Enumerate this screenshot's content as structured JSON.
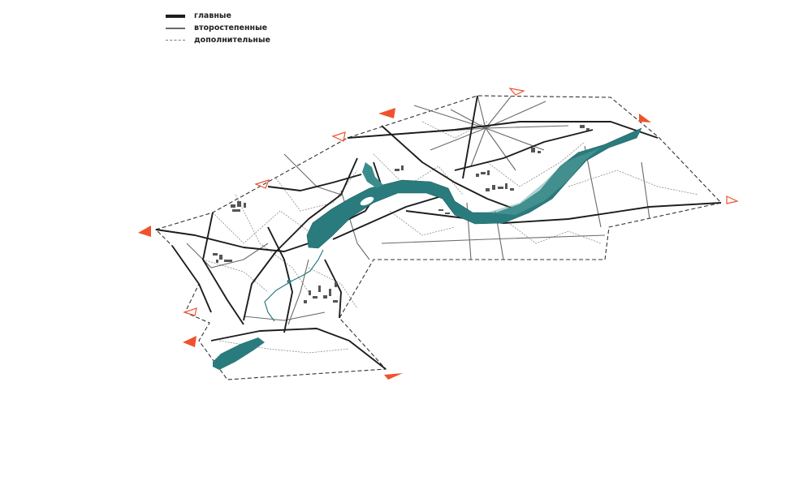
{
  "legend": {
    "items": [
      {
        "key": "main",
        "label": "главные"
      },
      {
        "key": "secondary",
        "label": "второстепенные"
      },
      {
        "key": "extra",
        "label": "дополнительные"
      }
    ]
  },
  "colors": {
    "road_main": "#1d1d1d",
    "road_secondary": "#6a6a6a",
    "road_extra": "#8c8c8c",
    "water": "#2a7b7d",
    "water_light": "#5aa3a3",
    "entrance_marker": "#f0522d",
    "building": "#555555"
  },
  "icons": {
    "entrance_filled": "triangle-filled-icon",
    "entrance_outline": "triangle-outline-icon"
  }
}
